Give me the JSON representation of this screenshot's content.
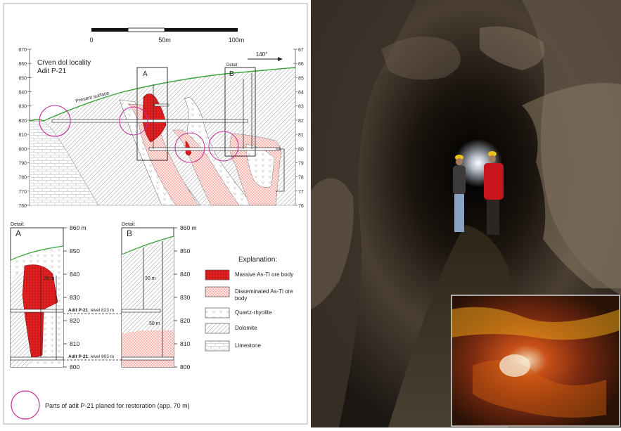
{
  "scale_bar": {
    "zero": "0",
    "mid": "50m",
    "end": "100m"
  },
  "direction": "140°",
  "locality": {
    "line1": "Crven dol locality",
    "line2": "Adit P-21"
  },
  "present_surface": "Present surface",
  "section_labels": {
    "a": "A",
    "b": "B",
    "detail": "Detail:"
  },
  "elevation_left": [
    "870",
    "860",
    "850",
    "840",
    "830",
    "820",
    "810",
    "800",
    "790",
    "780",
    "770",
    "760"
  ],
  "elevation_right": [
    "87",
    "86",
    "85",
    "84",
    "83",
    "82",
    "81",
    "80",
    "79",
    "78",
    "77",
    "76"
  ],
  "detail_elevations": [
    "860 m",
    "850",
    "840",
    "830",
    "820",
    "810",
    "800"
  ],
  "detail_a": {
    "dimension": "28 m",
    "level_upper_bold": "Adit P-21",
    "level_upper_rest": ": level 823 m",
    "level_lower_bold": "Adit P-21",
    "level_lower_rest": ": level 803 m"
  },
  "detail_b": {
    "dimension_upper": "30 m",
    "dimension_lower": "50 m"
  },
  "legend": {
    "title": "Explanation:",
    "items": [
      {
        "label": "Massive As-Tl ore body",
        "fill": "massive"
      },
      {
        "label": "Disseminated As-Tl ore body",
        "fill": "disseminated"
      },
      {
        "label": "Quartz-rhyolite",
        "fill": "rhyolite"
      },
      {
        "label": "Dolomite",
        "fill": "dolomite"
      },
      {
        "label": "Limestone",
        "fill": "limestone"
      }
    ]
  },
  "restoration_note": "Parts of adit P-21 planed for restoration (app. 70 m)",
  "colors": {
    "ore_red": "#e02020",
    "disseminated_red": "#e8403a",
    "surface_green": "#3aa23a",
    "restoration_circle": "#c8329a"
  }
}
